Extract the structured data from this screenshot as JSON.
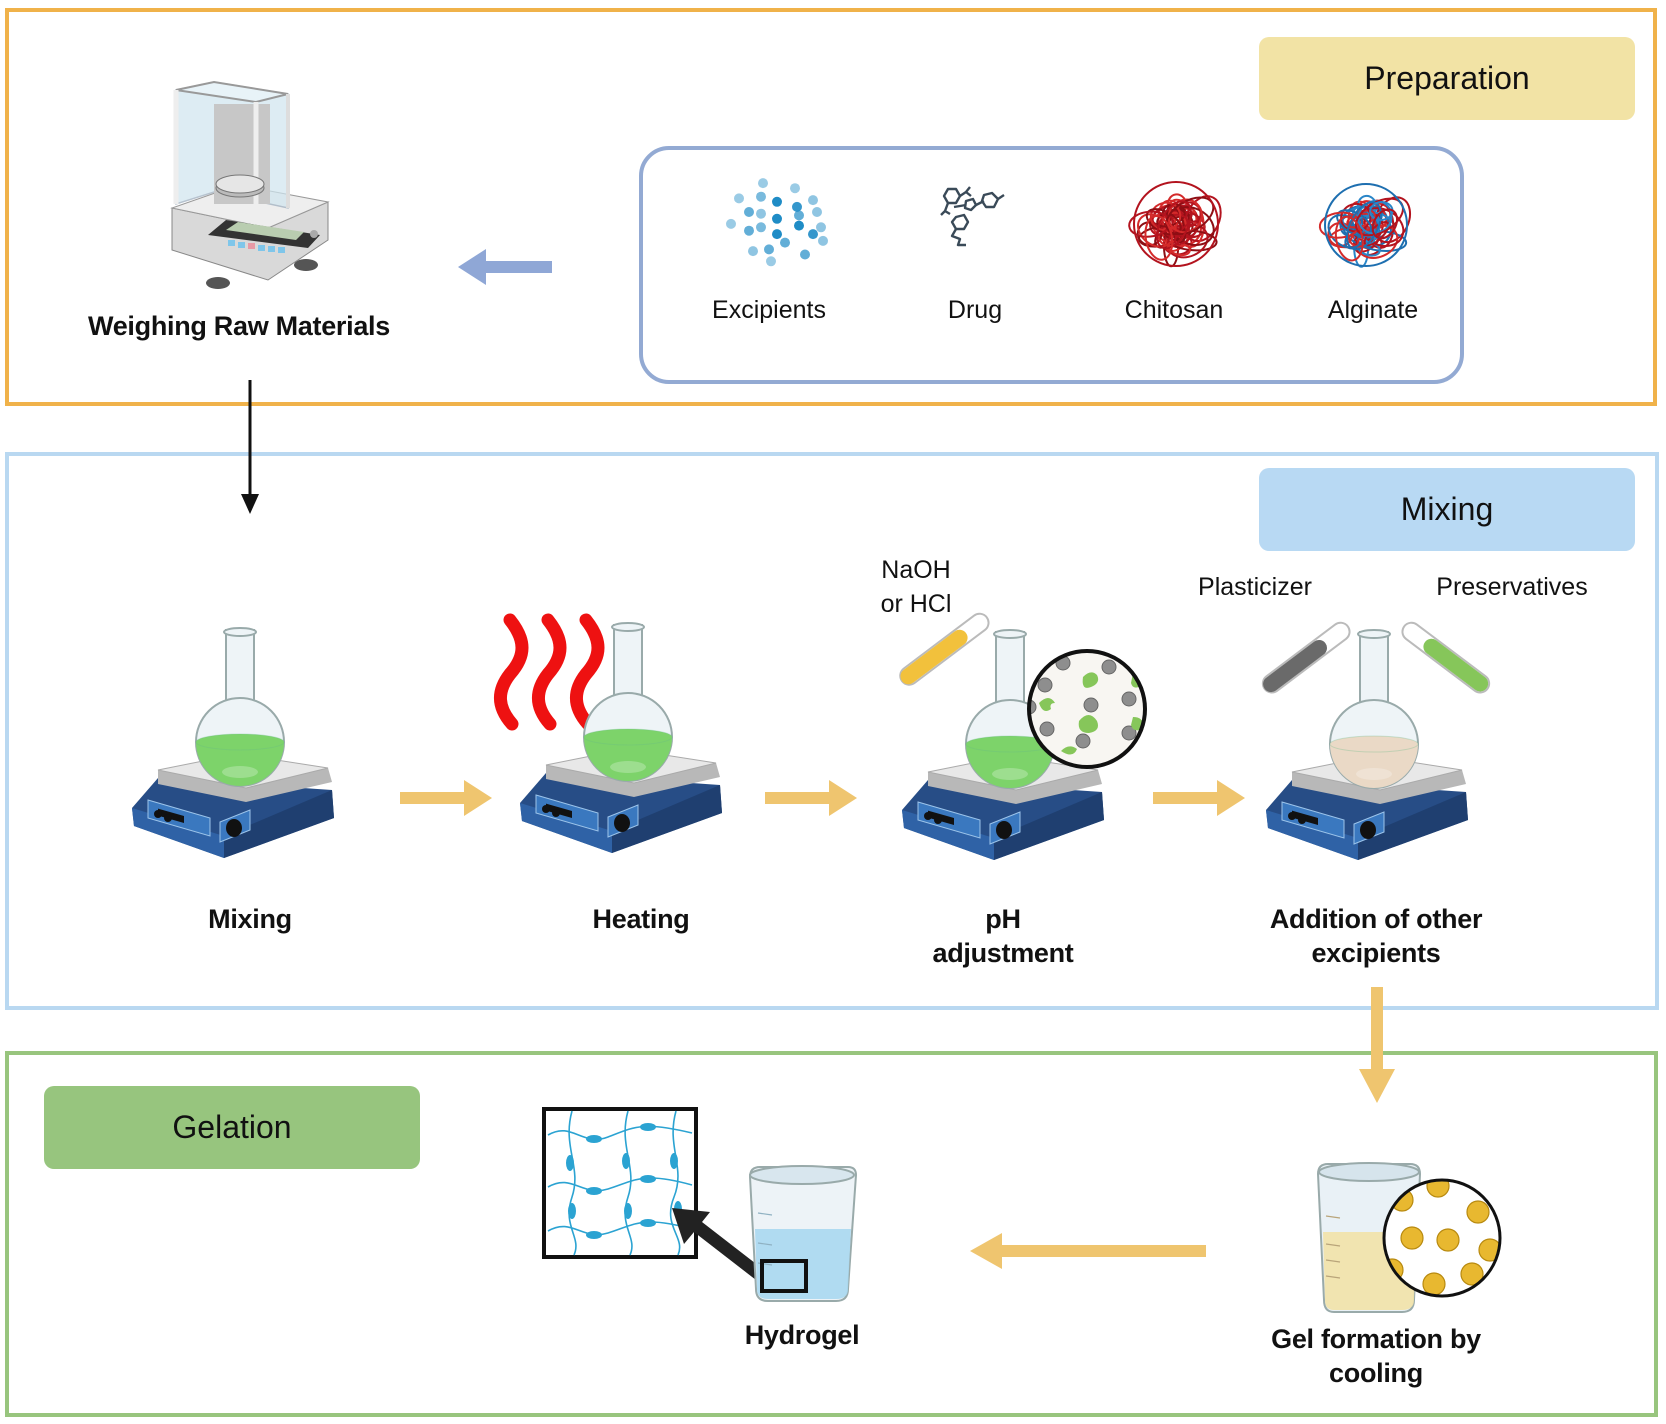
{
  "sections": {
    "preparation": {
      "label": "Preparation",
      "color": "#F0B24A",
      "label_bg": "#F2E3A5",
      "steps": [
        {
          "label": "Weighing Raw Materials",
          "icon": "analytical-balance-icon"
        }
      ],
      "materials": [
        {
          "label": "Excipients",
          "icon": "dots-cluster-icon"
        },
        {
          "label": "Drug",
          "icon": "molecule-icon"
        },
        {
          "label": "Chitosan",
          "icon": "red-polymer-ball-icon"
        },
        {
          "label": "Alginate",
          "icon": "red-blue-polymer-ball-icon"
        }
      ]
    },
    "mixing": {
      "label": "Mixing",
      "color": "#B9D8F1",
      "label_bg": "#B8D9F3",
      "steps": [
        {
          "label": "Mixing",
          "icon": "hot-plate-flask-icon"
        },
        {
          "label": "Heating",
          "icon": "heated-flask-icon"
        },
        {
          "label_lines": [
            "pH",
            "adjustment"
          ],
          "icon": "flask-magnifier-icon",
          "reagent_lines": [
            "NaOH",
            "or HCl"
          ]
        },
        {
          "label_lines": [
            "Addition of other",
            "excipients"
          ],
          "icon": "flask-two-tubes-icon",
          "additives": [
            "Plasticizer",
            "Preservatives"
          ]
        }
      ]
    },
    "gelation": {
      "label": "Gelation",
      "color": "#98C57E",
      "label_bg": "#97C57E",
      "steps": [
        {
          "label_lines": [
            "Gel formation by",
            "cooling"
          ],
          "icon": "beaker-gel-droplets-icon"
        },
        {
          "label": "Hydrogel",
          "icon": "beaker-network-icon"
        }
      ]
    }
  },
  "colors": {
    "flow_arrow": "#EFC56F",
    "prep_arrow": "#8FA7D6",
    "connector_arrow": "#111111",
    "heat_waves": "#EE1111",
    "hot_plate": "#2E5C9E",
    "green_liquid": "#7DD36A",
    "beige_liquid": "#EAD9C6",
    "yellow_gel": "#F2E2A8",
    "hydrogel_liquid": "#A9D8F0"
  }
}
